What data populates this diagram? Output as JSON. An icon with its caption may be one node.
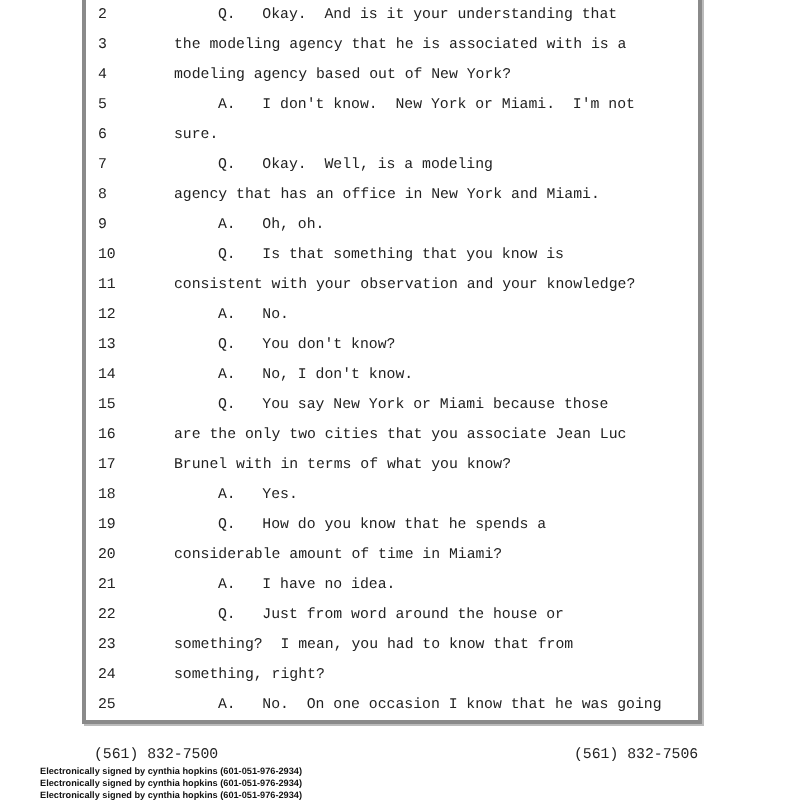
{
  "diagram": {
    "labels": [
      "2",
      "Q.   Okay.  And is it your understanding that",
      "3",
      "the modeling agency that he is associated with is a",
      "4",
      "modeling agency based out of New York?",
      "5",
      "A.   I don't know.  New York or Miami.  I'm not",
      "6",
      "sure.",
      "7",
      "Q.   Okay.  Well, is a modeling",
      "8",
      "agency that has an office in New York and Miami.",
      "9",
      "A.   Oh, oh.",
      "10",
      "Q.   Is that something that you know is",
      "11",
      "consistent with your observation and your knowledge?",
      "12",
      "A.   No.",
      "13",
      "Q.   You don't know?",
      "14",
      "A.   No, I don't know.",
      "15",
      "Q.   You say New York or Miami because those",
      "16",
      "are the only two cities that you associate Jean Luc",
      "17",
      "Brunel with in terms of what you know?",
      "18",
      "A.   Yes.",
      "19",
      "Q.   How do you know that he spends a",
      "20",
      "considerable amount of time in Miami?",
      "21",
      "A.   I have no idea.",
      "22",
      "Q.   Just from word around the house or",
      "23",
      "something?  I mean, you had to know that from",
      "24",
      "something, right?",
      "25",
      "A.   No.  On one occasion I know that he was going",
      "(561) 832-7500",
      "(561) 832-7506",
      "Electronically signed by cynthia hopkins (601-051-976-2934)",
      "Electronically signed by cynthia hopkins (601-051-976-2934)",
      "Electronically signed by cynthia hopkins (601-051-976-2934)"
    ]
  }
}
